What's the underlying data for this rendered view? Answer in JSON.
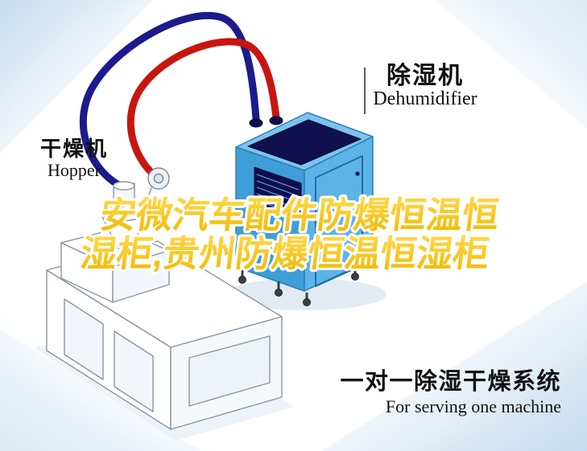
{
  "labels": {
    "dehumidifier": {
      "cn": "除湿机",
      "en": "Dehumidifier"
    },
    "hopper": {
      "cn": "干燥机",
      "en": "Hopper"
    }
  },
  "title": {
    "line1": "安微汽车配件防爆恒温恒",
    "line2": "湿柜,贵州防爆恒温恒湿柜"
  },
  "caption": {
    "cn": "一对一除湿干燥系统",
    "en": "For serving one machine"
  },
  "colors": {
    "title_gold": "#ffc61a",
    "title_outline": "#ffffff",
    "pipe_red": "#c9150f",
    "pipe_blue": "#1b1b8c",
    "unit_face_left": "#3f9ed8",
    "unit_face_right": "#5cb4e6",
    "unit_top_rim": "#7cc4ee",
    "unit_panel_dark": "#10104f",
    "label_text": "#111111",
    "bg_tint": "#d8e8f6",
    "machine_line": "#8a95a1"
  }
}
